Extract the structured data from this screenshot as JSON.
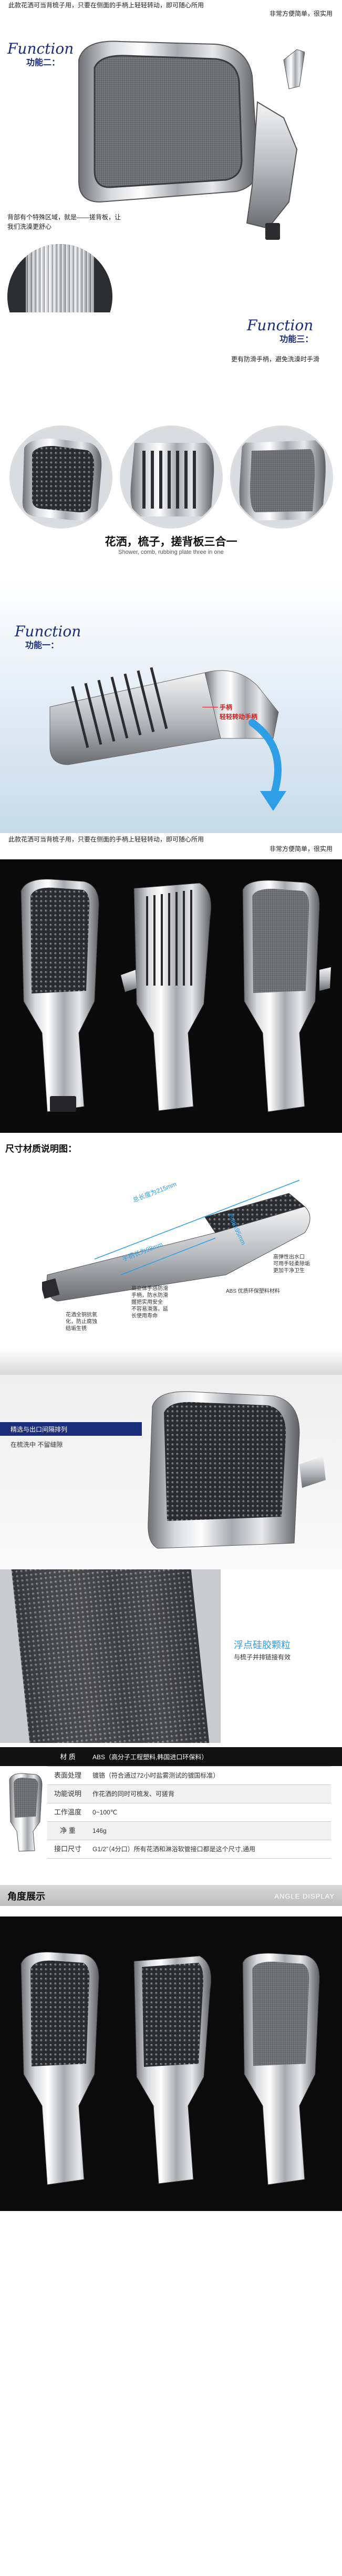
{
  "colors": {
    "accent_blue": "#1a2d7a",
    "light_blue": "#2e9fe6",
    "red": "#d32020",
    "dark": "#111111",
    "gray_band": "#e6e6e6"
  },
  "top_strip": {
    "notice": "此款花洒可当背梳子用，只要在侧面的手柄上轻轻转动，即可随心所用",
    "tagline": "非常方便简单，很实用"
  },
  "function2": {
    "title": "Function",
    "subtitle": "功能二：",
    "desc": "背部有个特殊区域，就是——搓背板，让我们洗澡更舒心"
  },
  "function3": {
    "title": "Function",
    "subtitle": "功能三：",
    "desc": "更有防滑手柄，避免洗澡时手滑"
  },
  "three_in_one": {
    "heading": "花洒，梳子，搓背板三合一",
    "subheading": "Shower, comb, rubbing plate three in one"
  },
  "function1": {
    "title": "Function",
    "subtitle": "功能一：",
    "callout_label": "手柄",
    "callout_desc": "轻轻转动手柄"
  },
  "bottom_notice": {
    "notice": "此款花洒可当背梳子用，只要在侧面的手柄上轻轻转动，即可随心所用",
    "tagline": "非常方便简单，很实用"
  },
  "size": {
    "header": "尺寸材质说明图：",
    "total_length": "总长度为215mm",
    "handle_length": "手柄长为98mm",
    "head_dims": "约88x95mm",
    "note1": "高弹性出水口\n可用手轻柔除垢\n更加干净卫生",
    "note2": "ABS 优质环保塑料材料",
    "note3": "高立体手感防滑\n手柄，防水防滑\n握把实用安全\n不容易滑落，延\n长使用寿命",
    "note4": "花洒全铜抗氧\n化，防止腐蚀\n结垢生锈"
  },
  "detail1": {
    "label": "精选与出口间隔排列",
    "desc": "在梳洗中  不留缝隙"
  },
  "detail2": {
    "label": "浮点硅胶颗粒",
    "desc": "与梳子并排链接有效"
  },
  "specs": {
    "rows": [
      {
        "k": "材    质",
        "v": "ABS（高分子工程塑料,韩国进口环保料）"
      },
      {
        "k": "表面处理",
        "v": "镀铬（符合通过72小时盐雾测试的镀国标准）"
      },
      {
        "k": "功能说明",
        "v": "作花洒的同时可梳发、可搓背"
      },
      {
        "k": "工作温度",
        "v": "0~100℃"
      },
      {
        "k": "净    重",
        "v": "146g"
      },
      {
        "k": "接口尺寸",
        "v": "G1/2”（4分口）所有花洒和淋浴软管接口都是这个尺寸,通用"
      }
    ]
  },
  "angle": {
    "title": "角度展示",
    "title_en": "ANGLE DISPLAY"
  }
}
